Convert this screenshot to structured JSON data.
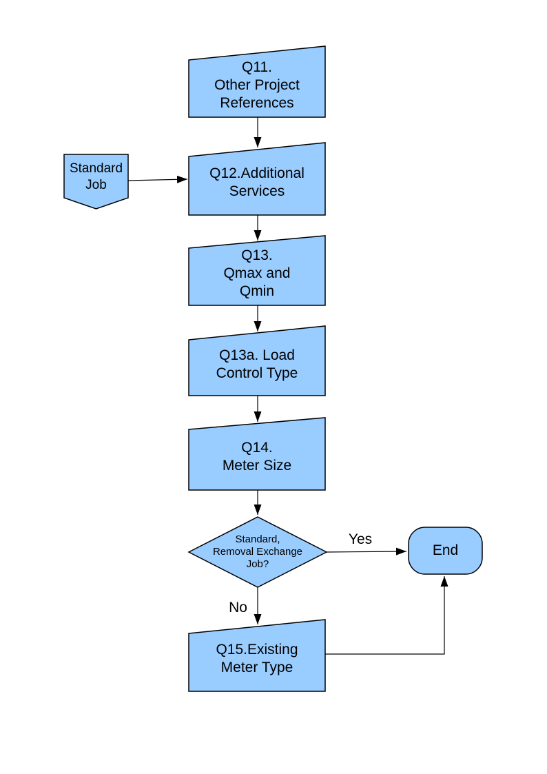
{
  "palette": {
    "node_fill": "#99CCFF",
    "node_border": "#000000",
    "connector_color": "#000000",
    "background": "#FFFFFF",
    "text_color": "#000000"
  },
  "flowchart": {
    "nodes": {
      "q11": {
        "type": "card",
        "label": "Q11.\nOther Project\nReferences"
      },
      "standard_job": {
        "type": "offpage-connector",
        "label": "Standard\nJob"
      },
      "q12": {
        "type": "card",
        "label": "Q12.Additional\nServices"
      },
      "q13": {
        "type": "card",
        "label": "Q13.\nQmax and\nQmin"
      },
      "q13a": {
        "type": "card",
        "label": "Q13a. Load\nControl Type"
      },
      "q14": {
        "type": "card",
        "label": "Q14.\nMeter Size"
      },
      "decision": {
        "type": "decision-diamond",
        "label": "Standard,\nRemoval Exchange\nJob?"
      },
      "q15": {
        "type": "card",
        "label": "Q15.Existing\nMeter Type"
      },
      "end": {
        "type": "terminator",
        "label": "End"
      }
    },
    "edges": [
      {
        "from": "q11",
        "to": "q12",
        "label": ""
      },
      {
        "from": "standard_job",
        "to": "q12",
        "label": ""
      },
      {
        "from": "q12",
        "to": "q13",
        "label": ""
      },
      {
        "from": "q13",
        "to": "q13a",
        "label": ""
      },
      {
        "from": "q13a",
        "to": "q14",
        "label": ""
      },
      {
        "from": "q14",
        "to": "decision",
        "label": ""
      },
      {
        "from": "decision",
        "to": "end",
        "label": "Yes"
      },
      {
        "from": "decision",
        "to": "q15",
        "label": "No"
      },
      {
        "from": "q15",
        "to": "end",
        "label": ""
      }
    ],
    "edge_labels": {
      "yes": "Yes",
      "no": "No"
    }
  }
}
